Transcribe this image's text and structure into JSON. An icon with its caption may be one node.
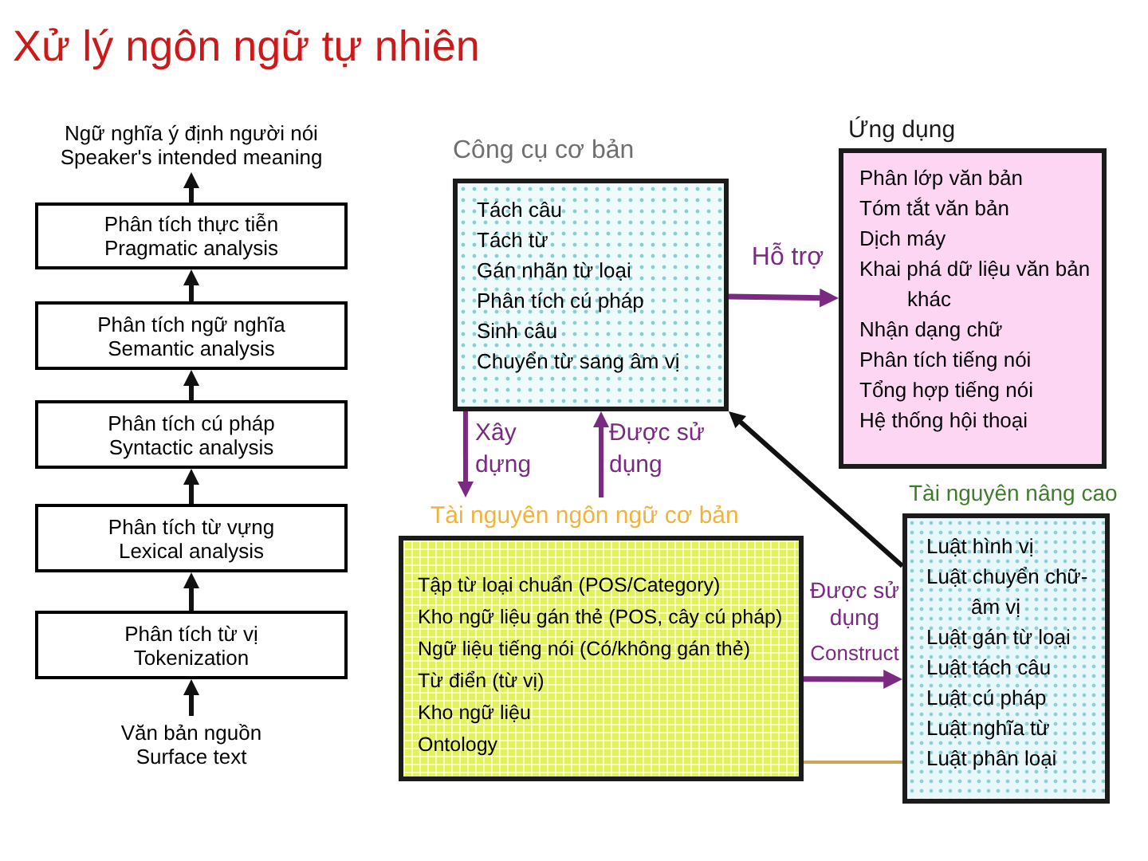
{
  "diagram": {
    "title": "Xử lý ngôn ngữ tự nhiên",
    "nodes": [
      {
        "text": [
          "Ngữ nghĩa ý định người nói",
          "Speaker's intended meaning"
        ]
      },
      {
        "text": [
          "Phân tích thực tiễn",
          "Pragmatic analysis"
        ]
      },
      {
        "text": [
          "Phân tích ngữ nghĩa",
          "Semantic analysis"
        ]
      },
      {
        "text": [
          "Phân tích cú pháp",
          "Syntactic analysis"
        ]
      },
      {
        "text": [
          "Phân tích từ vựng",
          "Lexical analysis"
        ]
      },
      {
        "text": [
          "Phân tích từ vị",
          "Tokenization"
        ]
      },
      {
        "text": [
          "Văn bản nguồn",
          "Surface text"
        ]
      },
      {
        "text": [
          "Công cụ cơ bản",
          "Tách câu",
          "Tách từ",
          "Gán nhãn từ loại",
          "Phân tích cú pháp",
          "Sinh câu",
          "Chuyển từ sang âm vị"
        ]
      },
      {
        "text": [
          "Ứng dụng",
          "Phân lớp văn bản",
          "Tóm tắt văn bản",
          "Dịch máy",
          "Khai phá dữ liệu văn bản khác",
          "Nhận dạng chữ",
          "Phân tích tiếng nói",
          "Tổng hợp tiếng nói",
          "Hệ thống hội thoại"
        ]
      },
      {
        "text": [
          "Tài nguyên ngôn ngữ cơ bản",
          "Tập từ loại chuẩn (POS/Category)",
          "Kho ngữ liệu gán thẻ (POS, cây cú pháp)",
          "Ngữ liệu tiếng nói (Có/không gán thẻ)",
          "Từ điển (từ vị)",
          "Kho ngữ liệu",
          "Ontology"
        ]
      },
      {
        "text": [
          "Tài nguyên nâng cao",
          "Luật hình vị",
          "Luật chuyển chữ-âm vị",
          "Luật gán từ loại",
          "Luật tách câu",
          "Luật cú pháp",
          "Luật nghĩa từ",
          "Luật phân loại"
        ]
      }
    ],
    "edges": [
      {
        "from": 6,
        "to": 5,
        "arrow": "to"
      },
      {
        "from": 5,
        "to": 4,
        "arrow": "to"
      },
      {
        "from": 4,
        "to": 3,
        "arrow": "to"
      },
      {
        "from": 3,
        "to": 2,
        "arrow": "to"
      },
      {
        "from": 2,
        "to": 1,
        "arrow": "to"
      },
      {
        "from": 1,
        "to": 0,
        "arrow": "to"
      },
      {
        "from": 7,
        "to": 8,
        "arrow": "to",
        "label": "Hỗ trợ",
        "color": "#7b2a82"
      },
      {
        "from": 7,
        "to": 9,
        "arrow": "to",
        "label": "Xây dựng",
        "color": "#7b2a82"
      },
      {
        "from": 9,
        "to": 7,
        "arrow": "to",
        "label": "Được sử dụng",
        "color": "#7b2a82"
      },
      {
        "from": 10,
        "to": 7,
        "arrow": "to",
        "label": "Được sử dụng"
      },
      {
        "from": 9,
        "to": 10,
        "arrow": "to",
        "label": "Construct",
        "color": "#7b2a82"
      },
      {
        "from": 9,
        "to": 10,
        "arrow": "none",
        "color": "#c8a55a"
      }
    ]
  }
}
